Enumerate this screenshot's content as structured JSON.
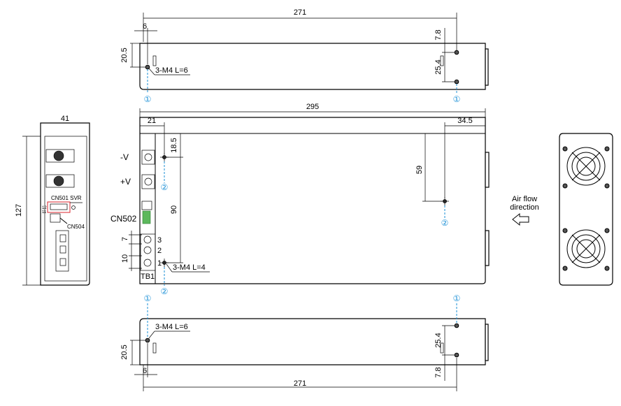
{
  "dimensions": {
    "top_length": "271",
    "top_offset": "6",
    "top_height": "20.5",
    "top_right_upper": "7.8",
    "top_right_spacing": "25.4",
    "top_screw_note": "3-M4  L=6",
    "main_length": "295",
    "main_left_offset": "21",
    "main_right_offset": "34.5",
    "main_upper_vertical": "18.5",
    "main_terminal_span": "90",
    "main_right_vertical": "59",
    "main_screw_note": "3-M4  L=4",
    "term_pitch": "7",
    "term_pitch2": "10",
    "side_width": "41",
    "side_height": "127",
    "bottom_length": "271",
    "bottom_offset": "6",
    "bottom_height": "20.5",
    "bottom_right_lower": "7.8",
    "bottom_right_spacing": "25.4",
    "bottom_screw_note": "3-M4  L=6"
  },
  "labels": {
    "minus_v": "-V",
    "plus_v": "+V",
    "cn502": "CN502",
    "tb1": "TB1",
    "cn501_svr": "CN501 SVR",
    "cn504": "CN504",
    "term1": "1",
    "term2": "2",
    "term3": "3",
    "pin12": "12",
    "pin11": "11",
    "airflow_line1": "Air flow",
    "airflow_line2": "direction"
  },
  "markers": {
    "circle1": "①",
    "circle2": "②"
  },
  "colors": {
    "marker_blue": "#1a8fd6",
    "highlight_red": "#d8262e",
    "connector_green": "#5cb85c"
  },
  "icons": {
    "airflow": "hollow-left-arrow-icon",
    "fan": "fan-guard-icon"
  }
}
